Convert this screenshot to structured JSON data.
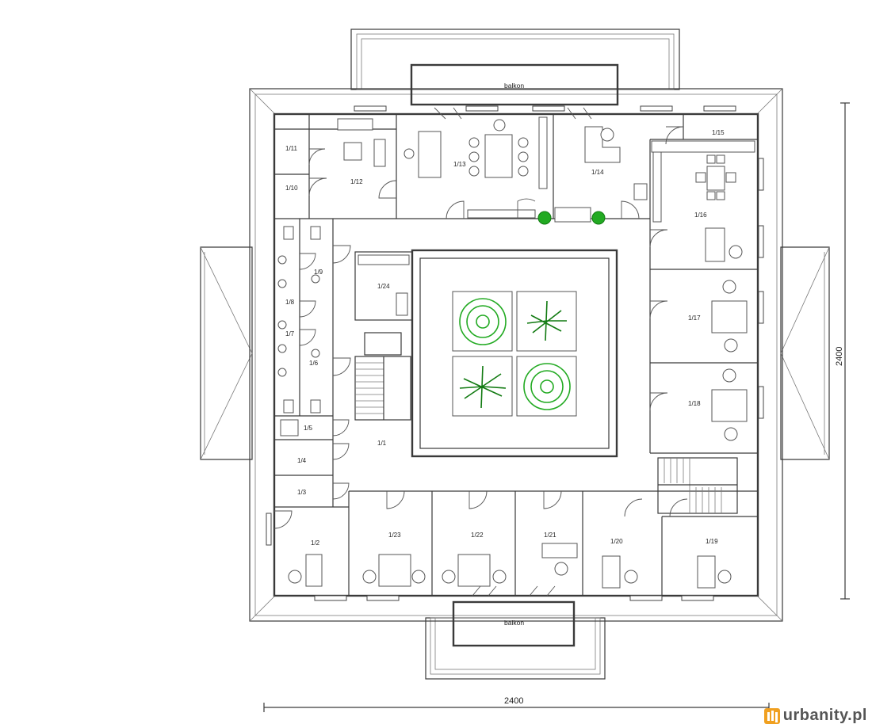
{
  "balconies": {
    "north": "balkon",
    "south": "balkon"
  },
  "dimensions": {
    "width": "2400",
    "height": "2400"
  },
  "rooms": [
    {
      "id": "1/1",
      "label": "1/1"
    },
    {
      "id": "1/2",
      "label": "1/2"
    },
    {
      "id": "1/3",
      "label": "1/3"
    },
    {
      "id": "1/4",
      "label": "1/4"
    },
    {
      "id": "1/5",
      "label": "1/5"
    },
    {
      "id": "1/6",
      "label": "1/6"
    },
    {
      "id": "1/7",
      "label": "1/7"
    },
    {
      "id": "1/8",
      "label": "1/8"
    },
    {
      "id": "1/9",
      "label": "1/9"
    },
    {
      "id": "1/10",
      "label": "1/10"
    },
    {
      "id": "1/11",
      "label": "1/11"
    },
    {
      "id": "1/12",
      "label": "1/12"
    },
    {
      "id": "1/13",
      "label": "1/13"
    },
    {
      "id": "1/14",
      "label": "1/14"
    },
    {
      "id": "1/15",
      "label": "1/15"
    },
    {
      "id": "1/16",
      "label": "1/16"
    },
    {
      "id": "1/17",
      "label": "1/17"
    },
    {
      "id": "1/18",
      "label": "1/18"
    },
    {
      "id": "1/19",
      "label": "1/19"
    },
    {
      "id": "1/20",
      "label": "1/20"
    },
    {
      "id": "1/21",
      "label": "1/21"
    },
    {
      "id": "1/22",
      "label": "1/22"
    },
    {
      "id": "1/23",
      "label": "1/23"
    },
    {
      "id": "1/24",
      "label": "1/24"
    }
  ],
  "watermark": {
    "brand": "urbanity.pl"
  },
  "colors": {
    "tree": "#22aa22",
    "tree_dark": "#117a11",
    "walls": "#3a3a3a"
  }
}
